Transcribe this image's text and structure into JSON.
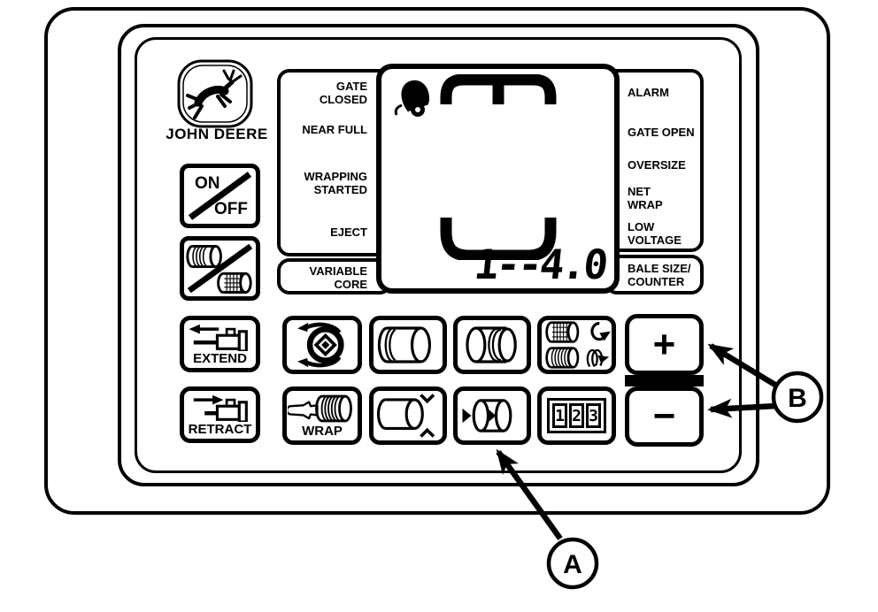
{
  "brand": {
    "wordmark": "JOHN DEERE"
  },
  "power_button": {
    "on_label": "ON",
    "off_label": "OFF"
  },
  "left_panel": {
    "gate_closed": {
      "lines": [
        "GATE",
        "CLOSED"
      ]
    },
    "near_full": {
      "lines": [
        "NEAR FULL"
      ]
    },
    "wrapping_started": {
      "lines": [
        "WRAPPING",
        "STARTED"
      ]
    },
    "eject": {
      "lines": [
        "EJECT"
      ]
    },
    "variable_core": {
      "lines": [
        "VARIABLE",
        "CORE"
      ]
    }
  },
  "right_panel": {
    "alarm": {
      "lines": [
        "ALARM"
      ]
    },
    "gate_open": {
      "lines": [
        "GATE OPEN"
      ]
    },
    "oversize": {
      "lines": [
        "OVERSIZE"
      ]
    },
    "net_wrap": {
      "lines": [
        "NET",
        "WRAP"
      ]
    },
    "low_voltage": {
      "lines": [
        "LOW",
        "VOLTAGE"
      ]
    },
    "bale_size_counter": {
      "lines": [
        "BALE SIZE/",
        "COUNTER"
      ]
    }
  },
  "display": {
    "value": "1--4.0"
  },
  "buttons": {
    "extend": "EXTEND",
    "retract": "RETRACT",
    "wrap": "WRAP",
    "plus": "+",
    "minus": "−",
    "counter_digits": [
      "1",
      "2",
      "3"
    ]
  },
  "callouts": {
    "a": "A",
    "b": "B"
  },
  "icons": {
    "brand_logo": "john-deere-leaping-deer",
    "power_slash": "diagonal-slash",
    "twine_net_off": "twine-and-net-rolls-with-slash",
    "extend_actuator": "arrow-left-hydraulic-cylinder",
    "retract_actuator": "arrow-right-hydraulic-cylinder",
    "wrap_mechanism": "wrap-ring-diamond-hooks",
    "bale_rings_left": "bale-cylinder-rings-left-end",
    "bale_rings_right": "bale-cylinder-rings-right-end",
    "net_twine_select": "net-and-twine-rolls-rotation-arrows",
    "bale_size_limit": "bale-with-inward-chevrons",
    "bale_compress": "bale-with-inward-arrowheads",
    "counter_display": "digital-counter-window",
    "alarm_bell": "alarm-bell",
    "bale_chamber_top": "bale-chamber-top-bracket",
    "bale_chamber_bottom": "bale-chamber-bottom-bracket",
    "wrap_hand": "pointing-hand"
  },
  "colors": {
    "ink": "#000000",
    "background": "#ffffff"
  }
}
